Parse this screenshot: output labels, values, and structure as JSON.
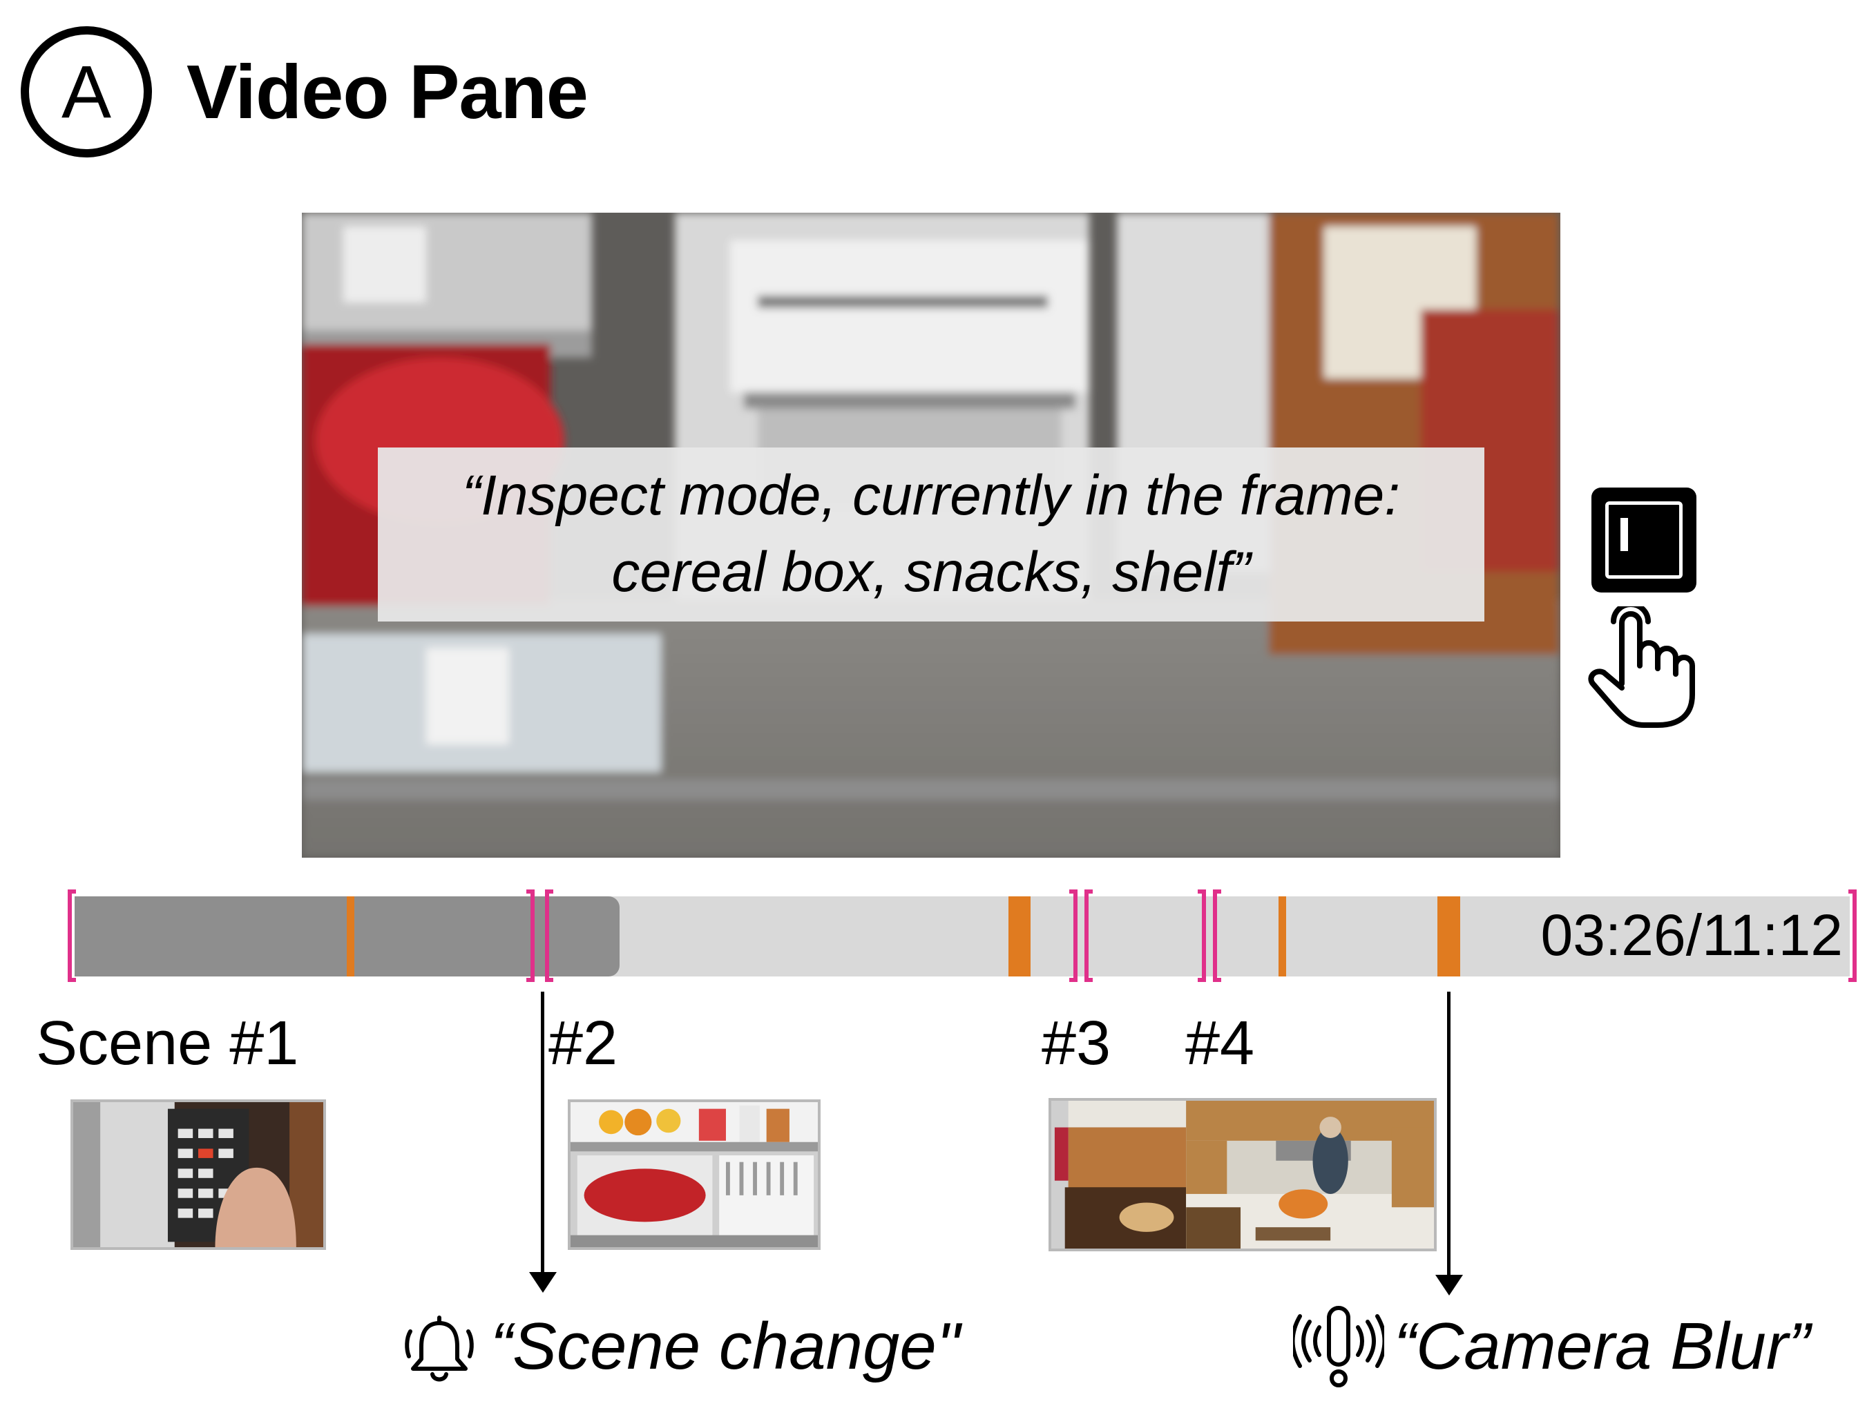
{
  "header": {
    "badge_letter": "A",
    "title": "Video Pane"
  },
  "video": {
    "caption_line1": "“Inspect mode, currently in the frame:",
    "caption_line2": "cereal box, snacks, shelf”"
  },
  "inspect_button": {
    "icon": "inspect-mode-icon",
    "pointer_icon": "hand-pointer-icon"
  },
  "timeline": {
    "time_display": "03:26/11:12",
    "played_fraction": 0.307,
    "bracket_color": "#e0308a",
    "marker_color": "#e07b20"
  },
  "scenes": {
    "scene1_label": "Scene #1",
    "scene2_label": "#2",
    "scene3_label": "#3",
    "scene4_label": "#4"
  },
  "notifications": {
    "scene_change": {
      "icon": "bell-icon",
      "text": "“Scene change\""
    },
    "camera_blur": {
      "icon": "vibration-alert-icon",
      "text": "“Camera Blur”"
    }
  }
}
